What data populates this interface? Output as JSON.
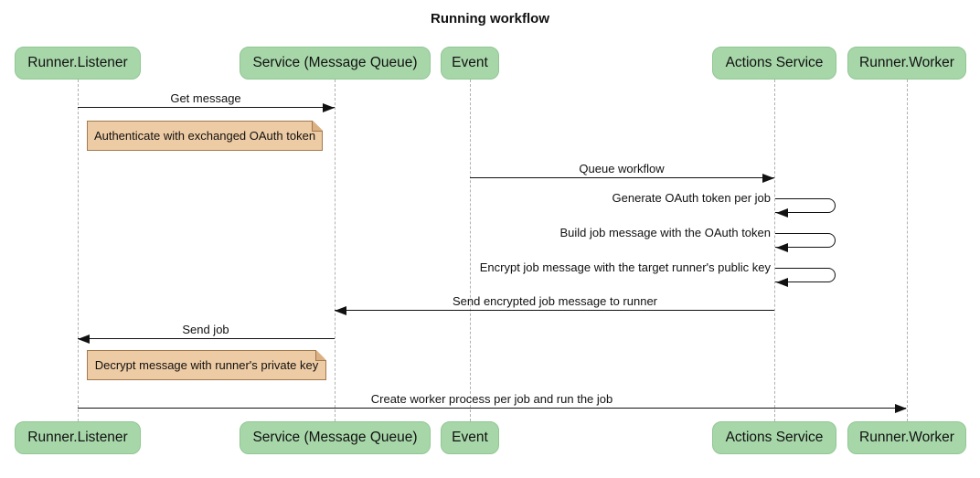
{
  "title": "Running workflow",
  "participants": [
    {
      "id": "runner-listener",
      "label": "Runner.Listener"
    },
    {
      "id": "service-message-queue",
      "label": "Service (Message Queue)"
    },
    {
      "id": "event",
      "label": "Event"
    },
    {
      "id": "actions-service",
      "label": "Actions Service"
    },
    {
      "id": "runner-worker",
      "label": "Runner.Worker"
    }
  ],
  "messages": [
    {
      "from": "Runner.Listener",
      "to": "Service (Message Queue)",
      "direction": "right",
      "label": "Get message"
    },
    {
      "from": "Event",
      "to": "Actions Service",
      "direction": "right",
      "label": "Queue workflow"
    },
    {
      "from": "Actions Service",
      "to": "Actions Service",
      "direction": "self",
      "label": "Generate OAuth token per job"
    },
    {
      "from": "Actions Service",
      "to": "Actions Service",
      "direction": "self",
      "label": "Build job message with the OAuth token"
    },
    {
      "from": "Actions Service",
      "to": "Actions Service",
      "direction": "self",
      "label": "Encrypt job message with the target runner's public key"
    },
    {
      "from": "Actions Service",
      "to": "Service (Message Queue)",
      "direction": "left",
      "label": "Send encrypted job message to runner"
    },
    {
      "from": "Service (Message Queue)",
      "to": "Runner.Listener",
      "direction": "left",
      "label": "Send job"
    },
    {
      "from": "Runner.Listener",
      "to": "Runner.Worker",
      "direction": "right",
      "label": "Create worker process per job and run the job"
    }
  ],
  "notes": [
    {
      "over": "Runner.Listener",
      "label": "Authenticate with exchanged OAuth token"
    },
    {
      "over": "Runner.Listener",
      "label": "Decrypt message with runner's private key"
    }
  ],
  "colors": {
    "participant_fill": "#a7d7a9",
    "participant_border": "#90c693",
    "note_fill": "#edcba4",
    "note_border": "#a3794d",
    "note_fold": "#dbb184",
    "lifeline": "#b0b0b0",
    "arrow": "#111111",
    "text": "#111111",
    "background": "#ffffff"
  }
}
